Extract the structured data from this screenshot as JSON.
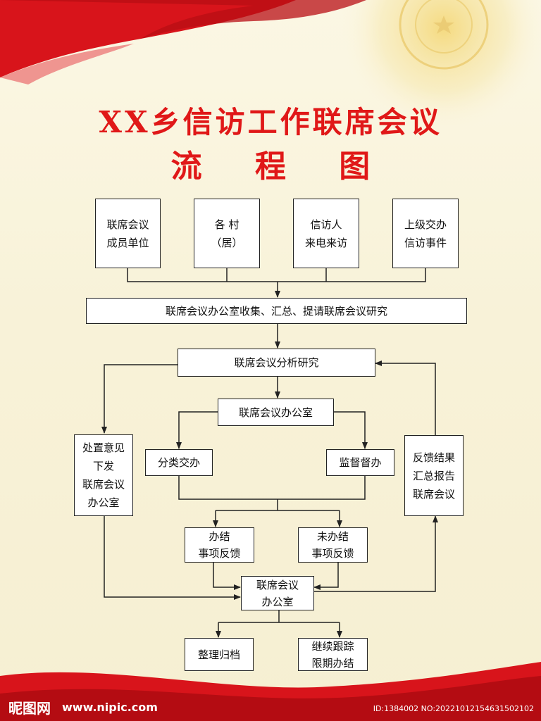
{
  "title": {
    "line1": "XX乡信访工作联席会议",
    "line2": "流 程 图"
  },
  "sources": [
    {
      "line1": "联席会议",
      "line2": "成员单位"
    },
    {
      "line1": "各  村",
      "line2": "（居）"
    },
    {
      "line1": "信访人",
      "line2": "来电来访"
    },
    {
      "line1": "上级交办",
      "line2": "信访事件"
    }
  ],
  "collect": "联席会议办公室收集、汇总、提请联席会议研究",
  "analysis": "联席会议分析研究",
  "office": "联席会议办公室",
  "left_box": [
    "处置意见",
    "下发",
    "联席会议",
    "办公室"
  ],
  "right_box": [
    "反馈结果",
    "汇总报告",
    "联席会议"
  ],
  "classify": "分类交办",
  "supervise": "监督督办",
  "done": {
    "line1": "办结",
    "line2": "事项反馈"
  },
  "undone": {
    "line1": "未办结",
    "line2": "事项反馈"
  },
  "office2": {
    "line1": "联席会议",
    "line2": "办公室"
  },
  "archive": "整理归档",
  "track": {
    "line1": "继续跟踪",
    "line2": "限期办结"
  },
  "watermark": {
    "logo": "昵图网",
    "url": "www.nipic.com",
    "id": "ID:1384002 NO:20221012154631502102"
  },
  "colors": {
    "title": "#e01818",
    "ribbon": "#d8141b",
    "background": "#f8f2d8"
  }
}
